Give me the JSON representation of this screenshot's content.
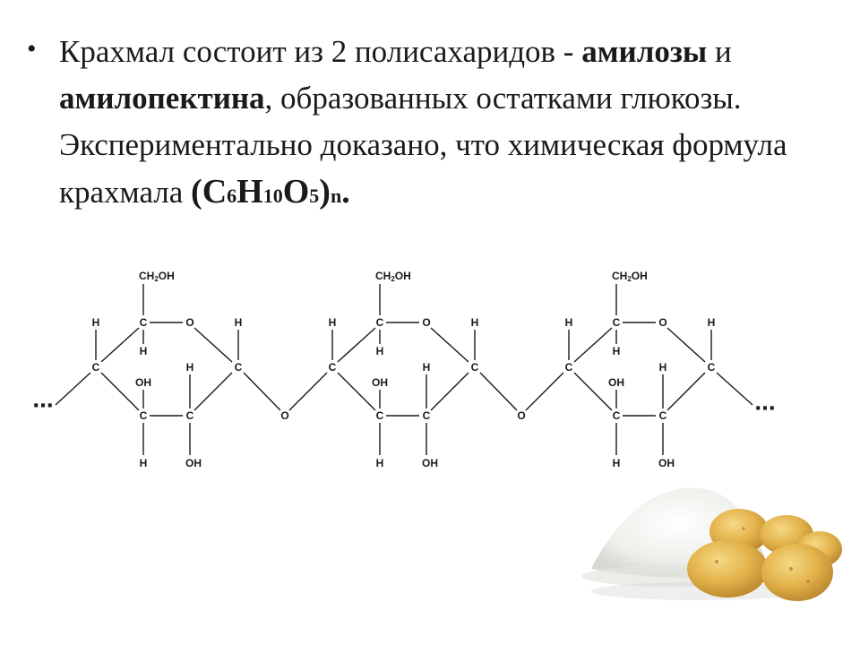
{
  "slide": {
    "bullet": "•",
    "text": {
      "part1": "Крахмал состоит из 2 полисахаридов - ",
      "amylose": "амилозы",
      "and": " и ",
      "amylopectin": "амилопектина",
      "part2": ", образованных остатками глюкозы. Экспериментально доказано, что химическая формула крахмала "
    },
    "formula": {
      "open": "(С",
      "c_sub": "6",
      "h": "Н",
      "h_sub": "10",
      "o": "О",
      "o_sub": "5",
      "close": ")",
      "n": "n",
      "period": "."
    }
  },
  "structure": {
    "labels": {
      "ch2oh_ch": "CH",
      "ch2oh_2": "2",
      "ch2oh_oh": "OH",
      "c": "C",
      "h": "H",
      "o": "O",
      "oh": "OH",
      "dots_left": "...",
      "dots_right": "..."
    },
    "unit_count": 3
  },
  "image": {
    "description_icon": "potatoes-and-starch-icon"
  }
}
